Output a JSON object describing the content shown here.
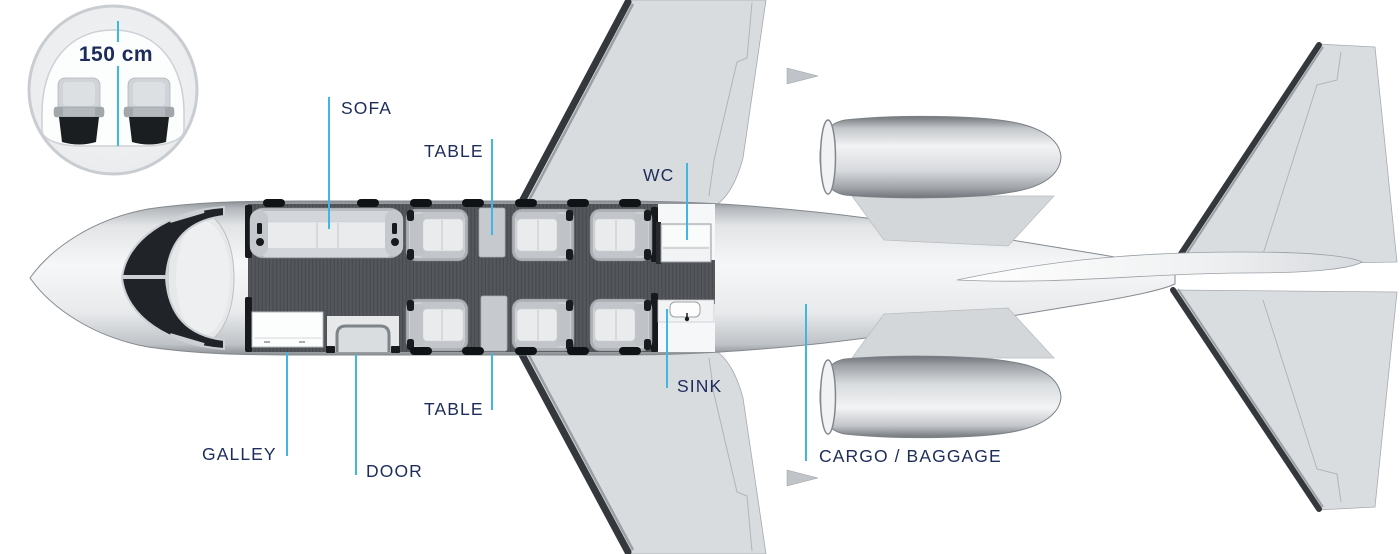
{
  "cross_section": {
    "measurement": "150 cm"
  },
  "callouts": {
    "sofa": "SOFA",
    "table_top": "TABLE",
    "wc": "WC",
    "galley": "GALLEY",
    "door": "DOOR",
    "table_bottom": "TABLE",
    "sink": "SINK",
    "cargo": "CARGO / BAGGAGE"
  },
  "colors": {
    "label_text": "#1e2c5c",
    "leader_line": "#41b6e3",
    "cabin_floor": "#54575c",
    "fuselage_light": "#f6f7f8",
    "fuselage_dark": "#8b9095",
    "seat_cushion": "#e9ebed",
    "window": "#101316"
  }
}
